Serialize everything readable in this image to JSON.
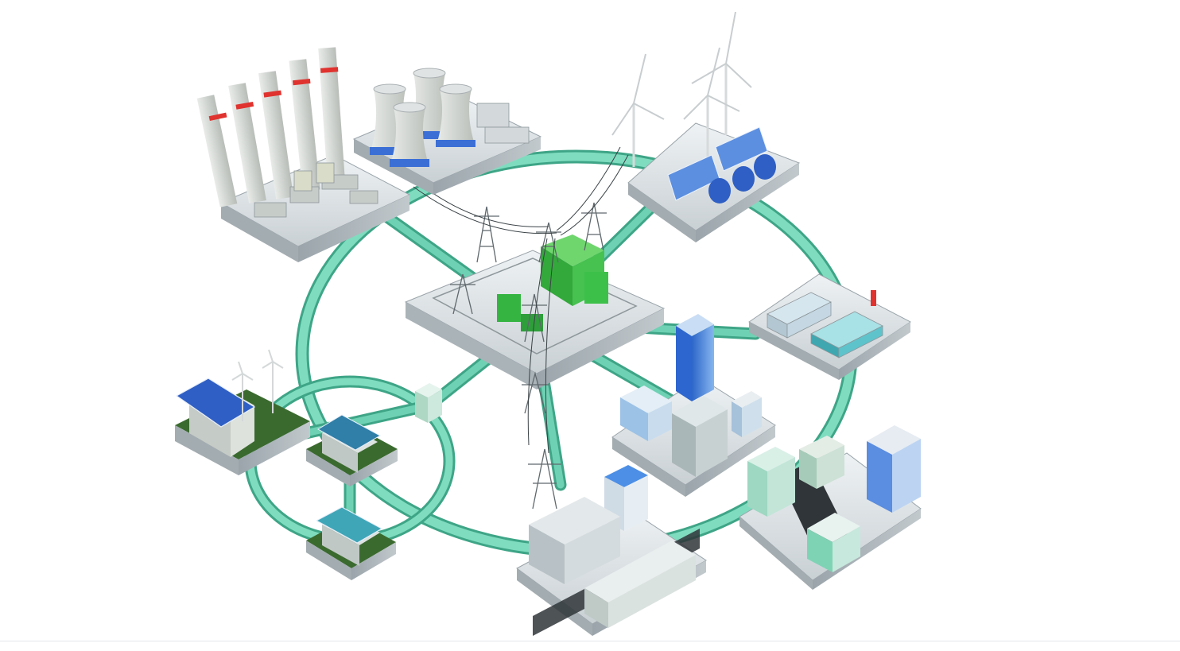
{
  "diagram": {
    "nodes": [
      {
        "id": "thermal",
        "kind": "thermal-power-plant"
      },
      {
        "id": "nuclear",
        "kind": "nuclear-power-plant"
      },
      {
        "id": "renewables",
        "kind": "wind-and-solar-farm"
      },
      {
        "id": "substation",
        "kind": "transmission-substation"
      },
      {
        "id": "factory",
        "kind": "industrial-factory"
      },
      {
        "id": "office-district",
        "kind": "commercial-office-district"
      },
      {
        "id": "downtown",
        "kind": "city-high-rise-district"
      },
      {
        "id": "apartments",
        "kind": "residential-apartment-blocks"
      },
      {
        "id": "solar-house-1",
        "kind": "house-with-solar-and-wind"
      },
      {
        "id": "solar-house-2",
        "kind": "house-with-solar"
      },
      {
        "id": "solar-house-3",
        "kind": "house-with-solar"
      },
      {
        "id": "distribution-box",
        "kind": "distribution-cabinet"
      }
    ],
    "edges": [
      [
        "thermal",
        "substation"
      ],
      [
        "renewables",
        "substation"
      ],
      [
        "substation",
        "factory"
      ],
      [
        "substation",
        "office-district"
      ],
      [
        "substation",
        "distribution-box"
      ],
      [
        "substation",
        "apartments"
      ],
      [
        "distribution-box",
        "solar-house-1"
      ],
      [
        "solar-house-2",
        "solar-house-3"
      ]
    ],
    "colors": {
      "grid_ring": "#6fd1b3",
      "grid_ring_edge": "#3ea586",
      "substation_green": "#3cc04a",
      "solar_blue": "#2f5fc4",
      "glass_blue": "#3f7fe0",
      "chimney_stripe": "#e0332f",
      "platform": "#cdd4d8",
      "lawn": "#3b6a2f"
    }
  }
}
